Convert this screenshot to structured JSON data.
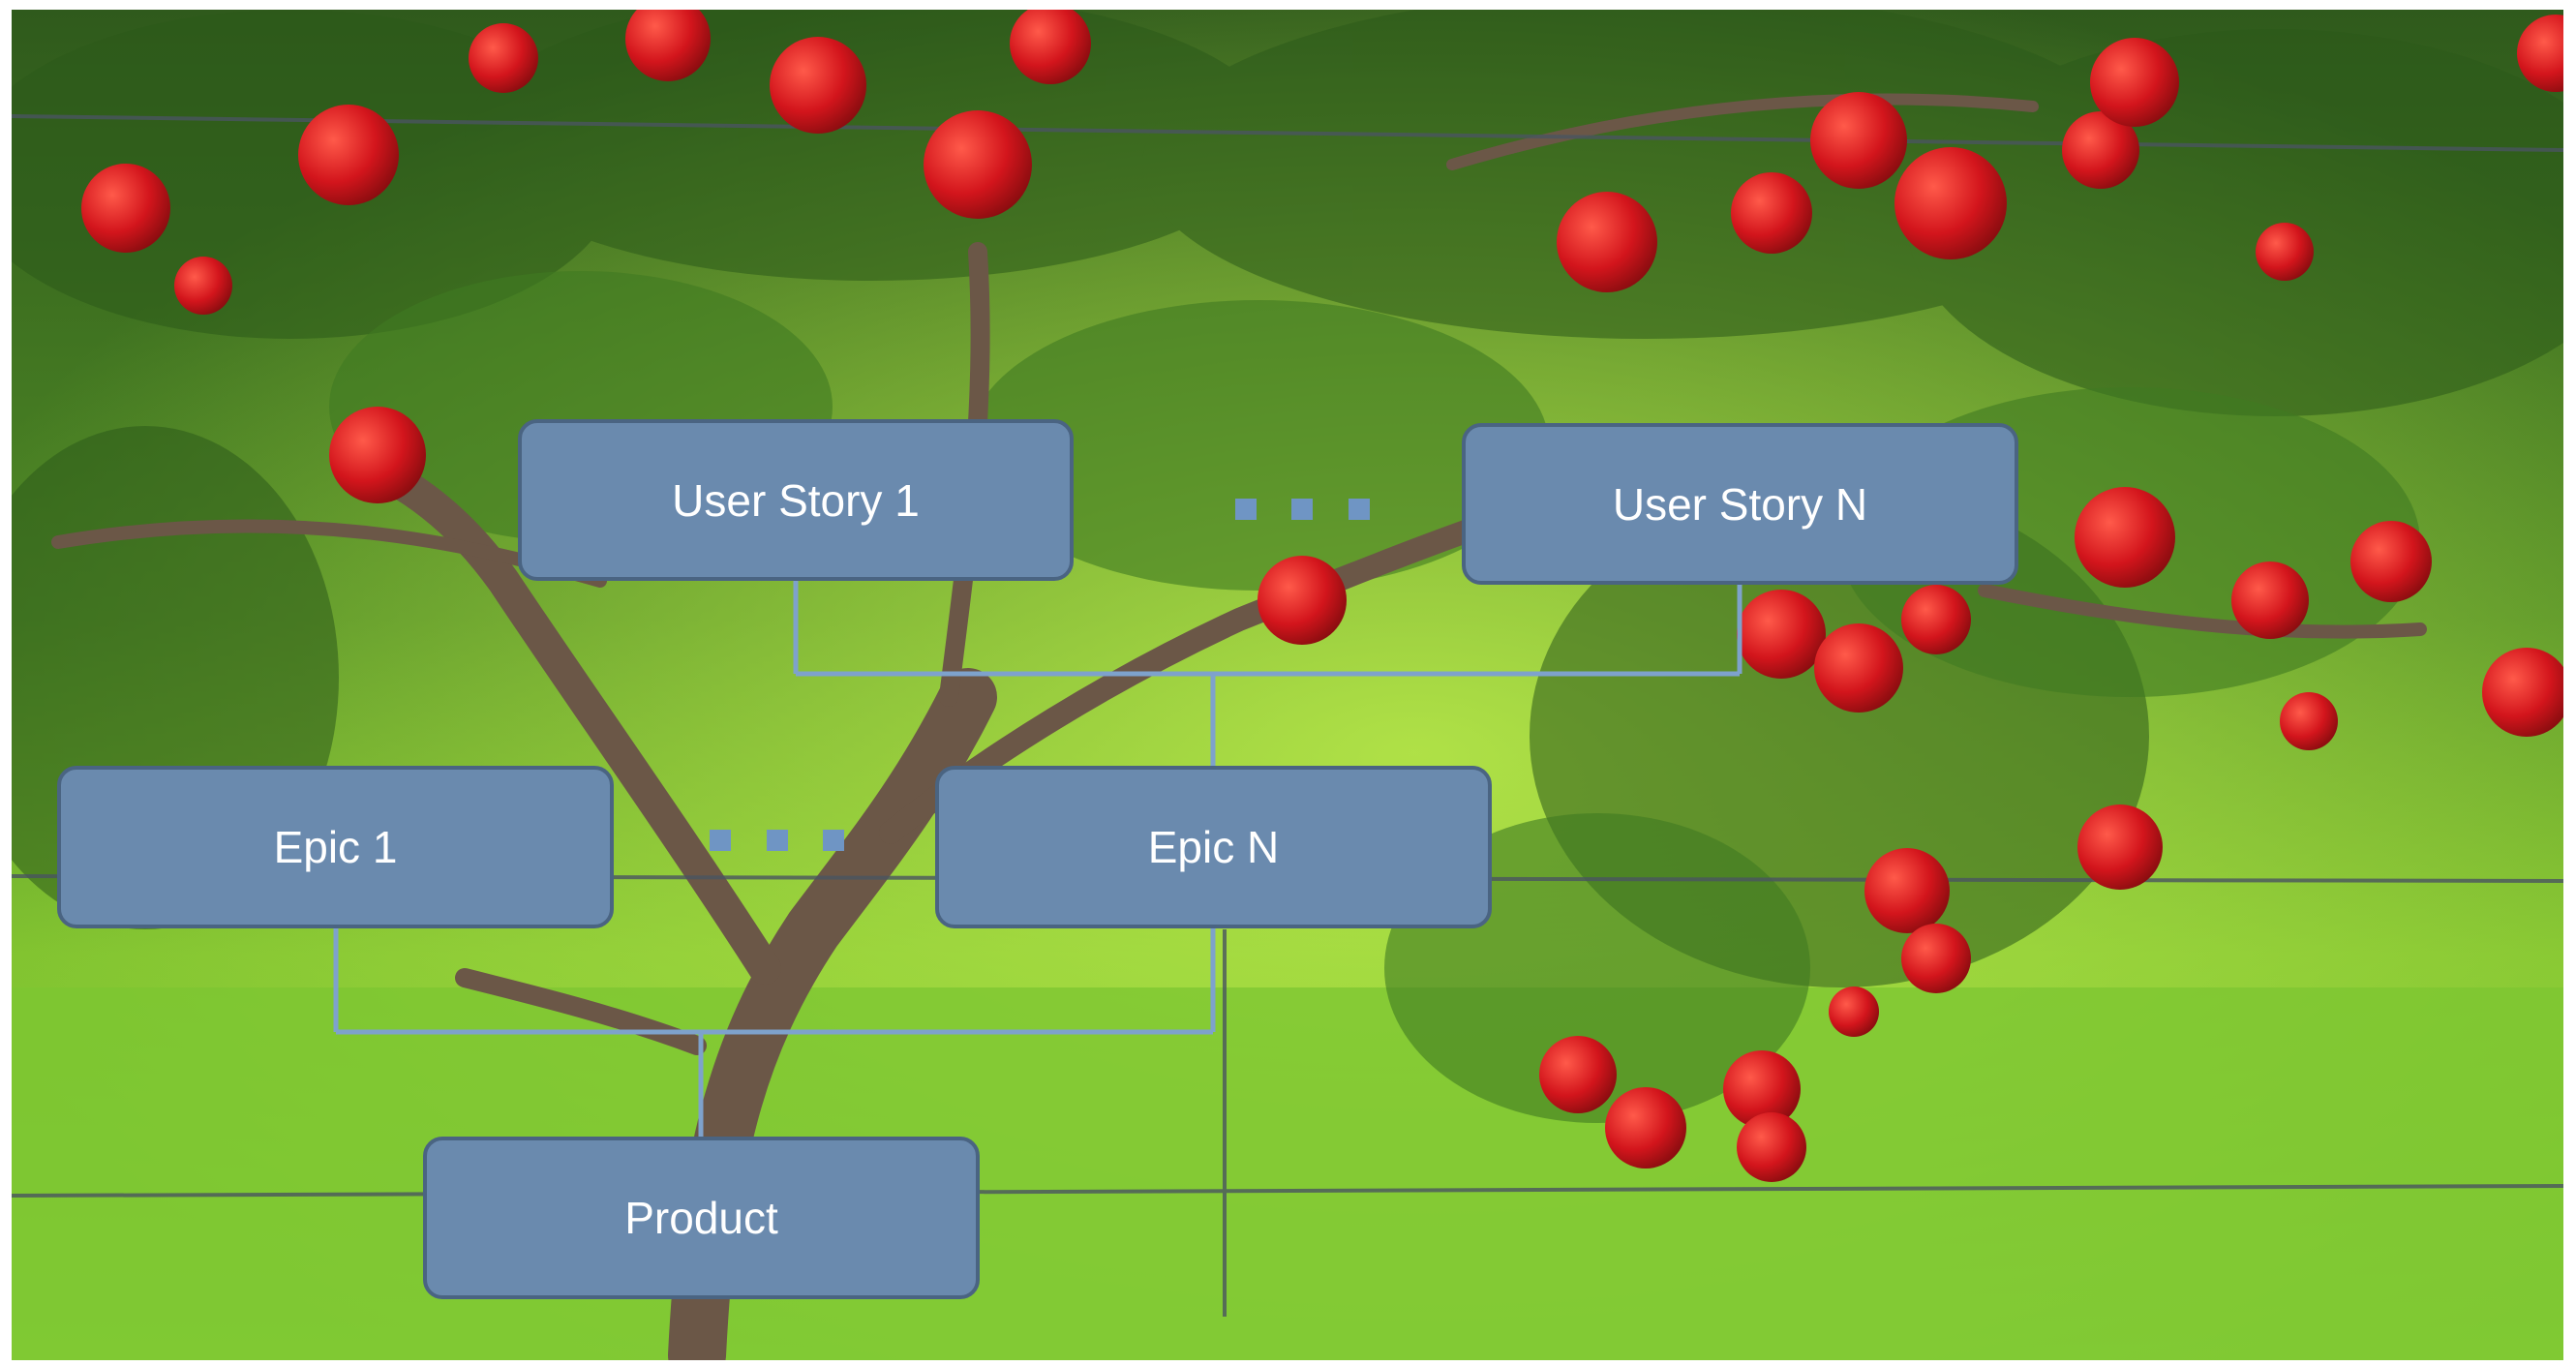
{
  "diagram": {
    "nodes": {
      "user_story_1": "User Story 1",
      "user_story_n": "User Story N",
      "epic_1": "Epic 1",
      "epic_n": "Epic N",
      "product": "Product"
    },
    "ellipsis_marks": 2,
    "colors": {
      "node_fill": "#6a8aae",
      "node_border": "#4a6482",
      "connector": "#7ea2cc",
      "ellipsis": "#6f95c4"
    }
  },
  "background": {
    "subject": "apple tree with red apples over green grass"
  }
}
